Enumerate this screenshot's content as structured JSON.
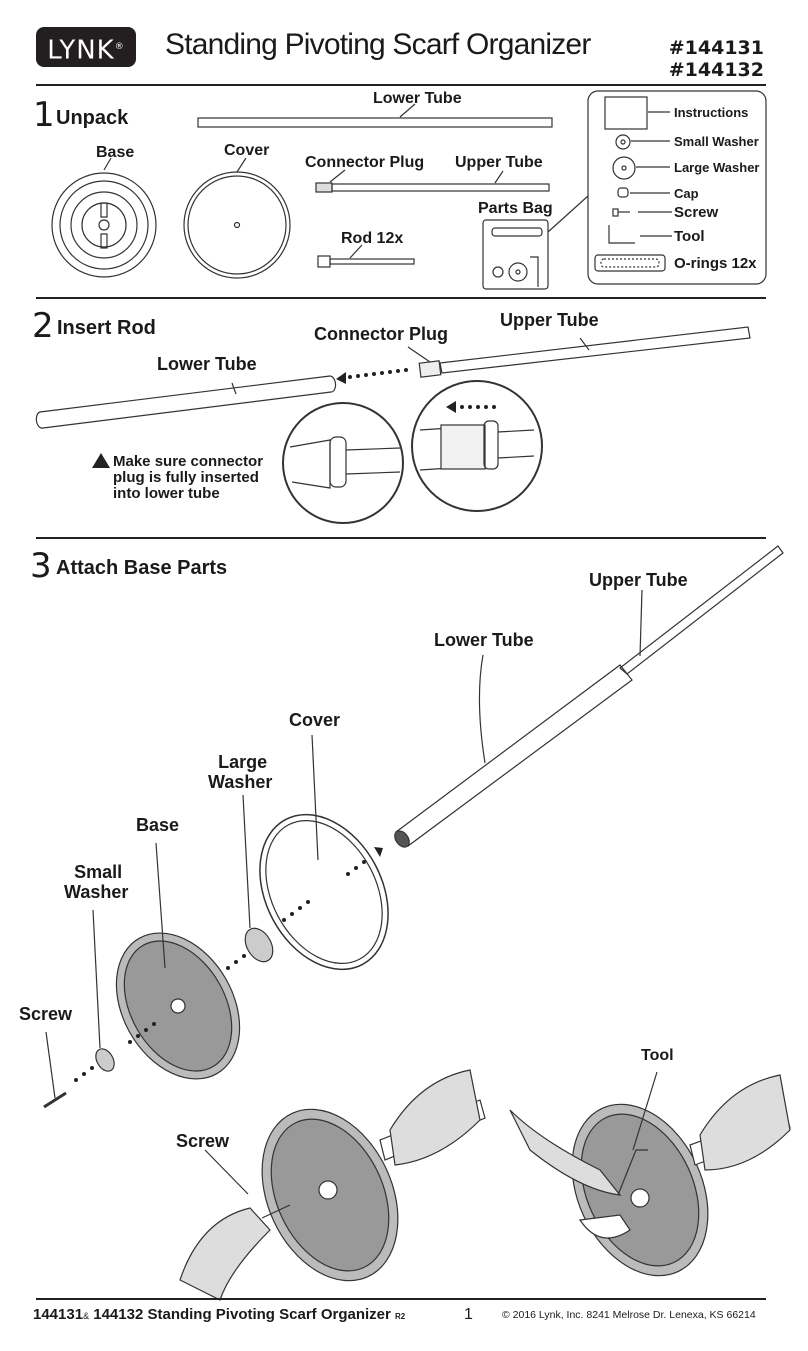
{
  "header": {
    "logo": "LYNK",
    "logo_mark": "®",
    "title": "Standing Pivoting Scarf Organizer",
    "sku_1": "#144131",
    "sku_2": "#144132"
  },
  "step1": {
    "number": "1",
    "title": "Unpack",
    "labels": {
      "lower_tube": "Lower Tube",
      "base": "Base",
      "cover": "Cover",
      "connector_plug": "Connector Plug",
      "upper_tube": "Upper Tube",
      "parts_bag": "Parts Bag",
      "rod": "Rod  12x"
    },
    "parts_bag": {
      "instructions": "Instructions",
      "small_washer": "Small Washer",
      "large_washer": "Large Washer",
      "cap": "Cap",
      "screw": "Screw",
      "tool": "Tool",
      "orings": "O-rings 12x"
    }
  },
  "step2": {
    "number": "2",
    "title": "Insert Rod",
    "labels": {
      "upper_tube": "Upper Tube",
      "connector_plug": "Connector Plug",
      "lower_tube": "Lower Tube"
    },
    "warning": [
      "Make sure connector",
      "plug is fully inserted",
      "into lower tube"
    ]
  },
  "step3": {
    "number": "3",
    "title": "Attach Base Parts",
    "labels": {
      "upper_tube": "Upper Tube",
      "lower_tube": "Lower Tube",
      "cover": "Cover",
      "large_washer_1": "Large",
      "large_washer_2": "Washer",
      "base": "Base",
      "small_washer_1": "Small",
      "small_washer_2": "Washer",
      "screw": "Screw",
      "screw_2": "Screw",
      "tool": "Tool"
    }
  },
  "footer": {
    "left_1": "144131",
    "amp": "&",
    "left_2": "144132 Standing Pivoting Scarf Organizer",
    "rev": "R2",
    "page": "1",
    "copyright": "© 2016 Lynk, Inc. 8241 Melrose Dr. Lenexa, KS 66214"
  }
}
